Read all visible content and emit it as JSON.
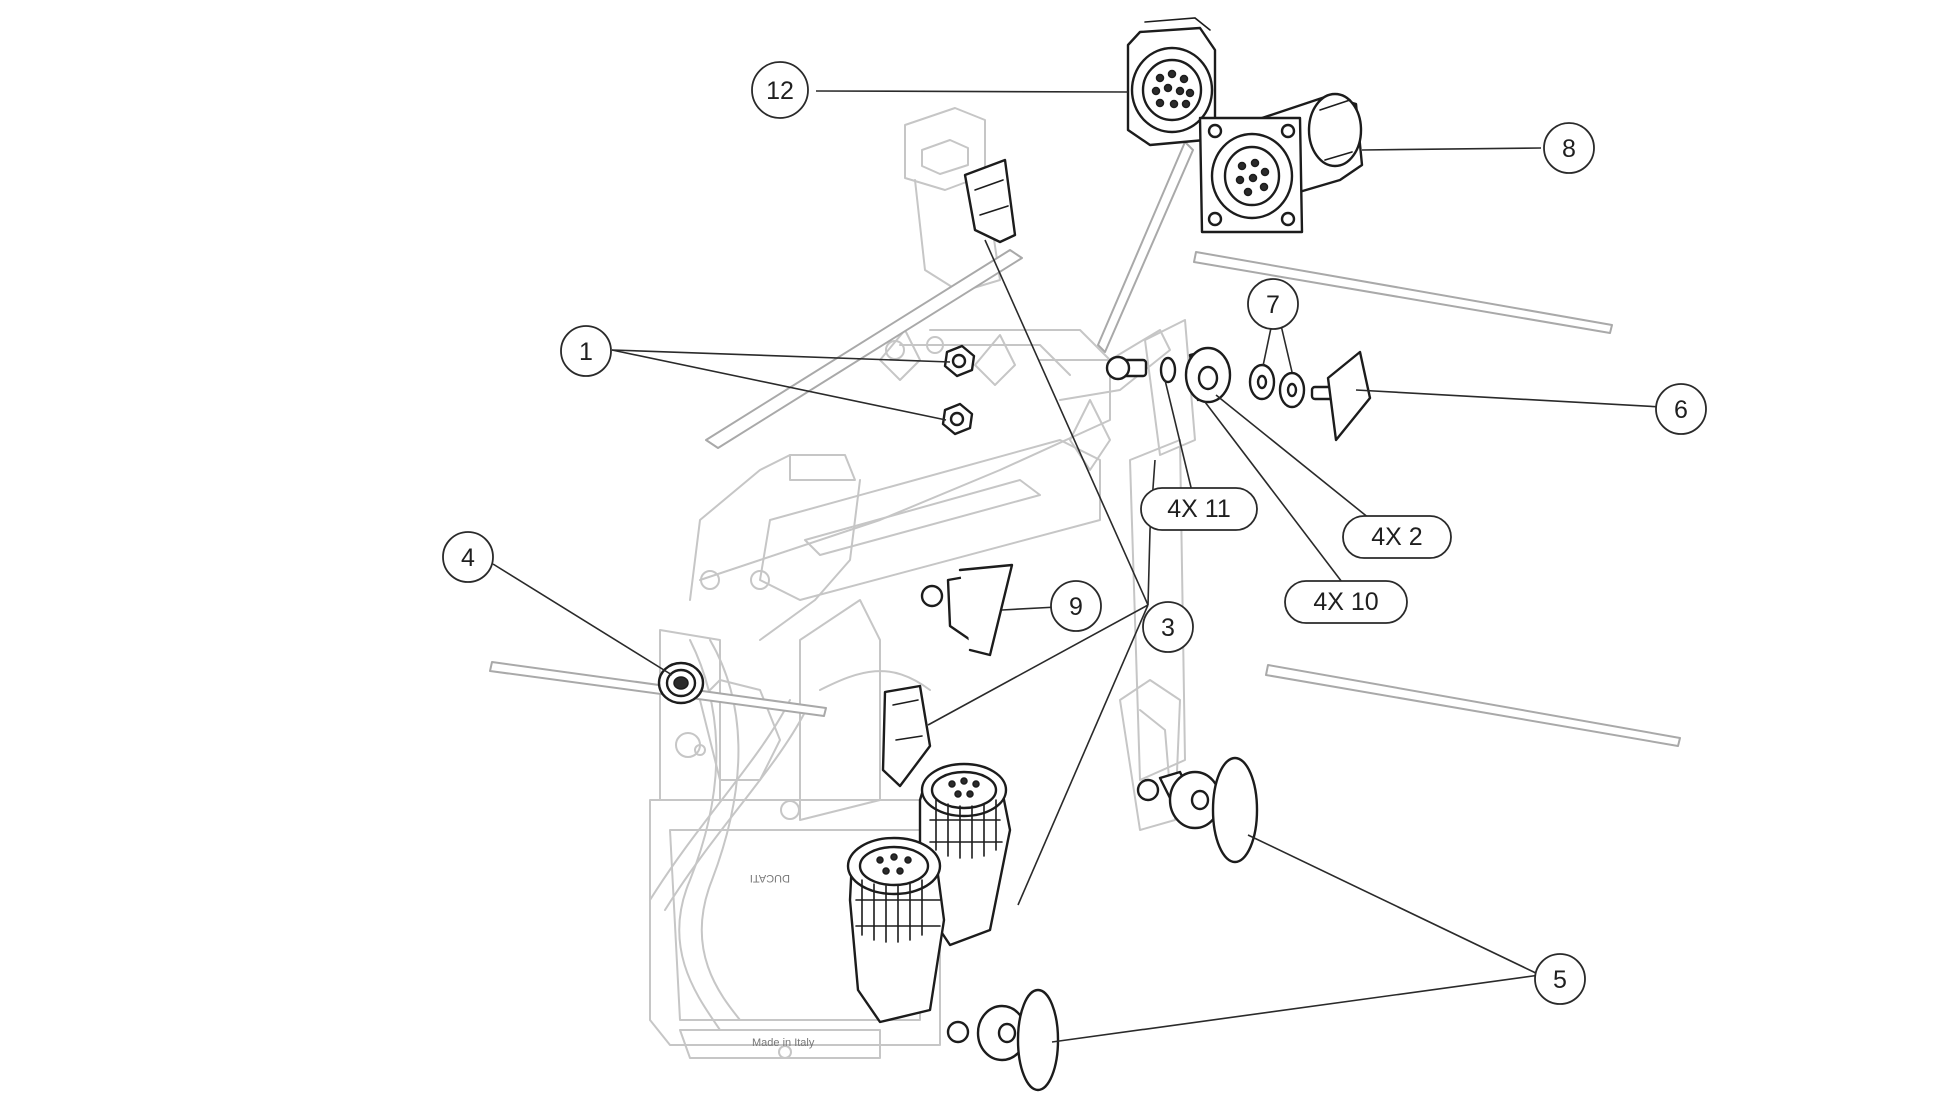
{
  "callouts": {
    "c1": "1",
    "c3": "3",
    "c4": "4",
    "c5": "5",
    "c6": "6",
    "c7": "7",
    "c8": "8",
    "c9": "9",
    "c12": "12",
    "p11": "4X 11",
    "p2": "4X 2",
    "p10": "4X 10"
  },
  "stamps": {
    "brand": "DUCATI",
    "origin": "Made in Italy"
  }
}
